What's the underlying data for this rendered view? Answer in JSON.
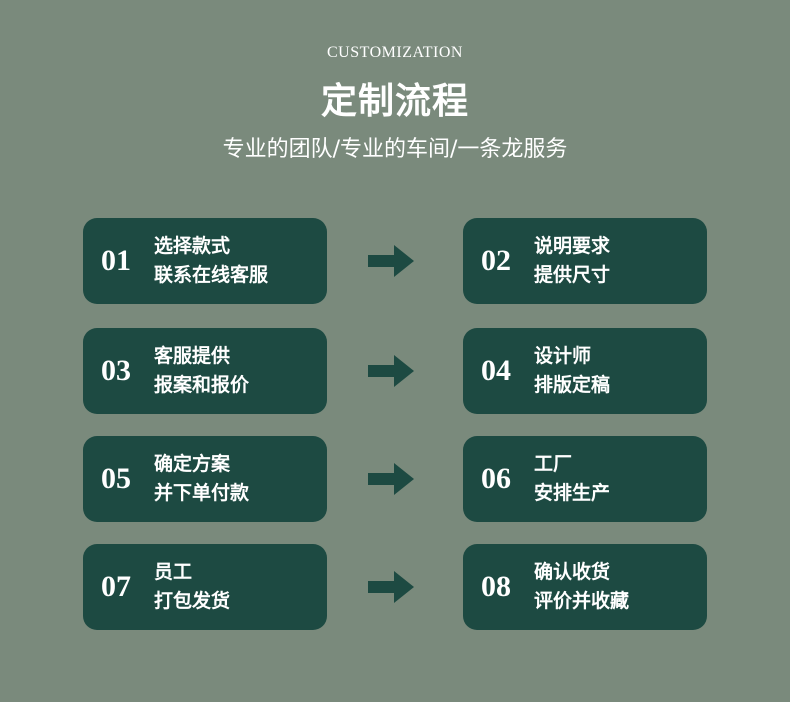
{
  "header": {
    "en_title": "CUSTOMIZATION",
    "cn_title": "定制流程",
    "subtitle": "专业的团队/专业的车间/一条龙服务"
  },
  "steps": [
    {
      "num": "01",
      "line1": "选择款式",
      "line2": "联系在线客服"
    },
    {
      "num": "02",
      "line1": "说明要求",
      "line2": "提供尺寸"
    },
    {
      "num": "03",
      "line1": "客服提供",
      "line2": "报案和报价"
    },
    {
      "num": "04",
      "line1": "设计师",
      "line2": "排版定稿"
    },
    {
      "num": "05",
      "line1": "确定方案",
      "line2": "并下单付款"
    },
    {
      "num": "06",
      "line1": "工厂",
      "line2": "安排生产"
    },
    {
      "num": "07",
      "line1": "员工",
      "line2": "打包发货"
    },
    {
      "num": "08",
      "line1": "确认收货",
      "line2": "评价并收藏"
    }
  ],
  "arrow_icon": "right-arrow-icon",
  "colors": {
    "background": "#7a8a7c",
    "card": "#1d4a42",
    "arrow": "#1d4a42",
    "text": "#ffffff"
  }
}
